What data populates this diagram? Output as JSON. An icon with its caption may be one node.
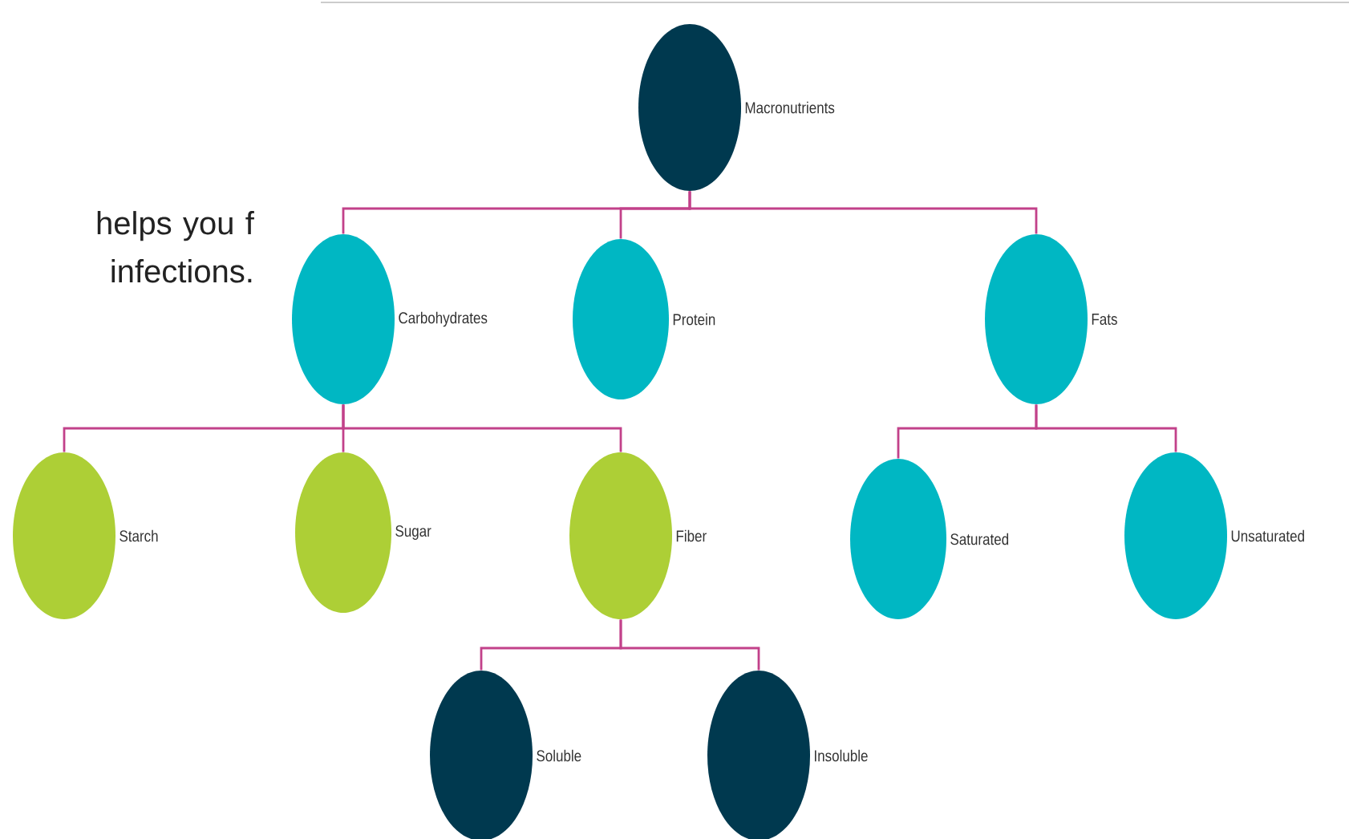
{
  "diagram": {
    "nodes": [
      {
        "text": [],
        "shape": "circle",
        "beside": [
          "Macronutrients"
        ]
      },
      {
        "text": [],
        "shape": "circle",
        "beside": [
          "Carbohydrates"
        ]
      },
      {
        "text": [],
        "shape": "circle",
        "beside": [
          "Protein"
        ]
      },
      {
        "text": [],
        "shape": "circle",
        "beside": [
          "Fats"
        ]
      },
      {
        "text": [],
        "shape": "circle",
        "beside": [
          "Starch"
        ]
      },
      {
        "text": [],
        "shape": "circle",
        "beside": [
          "Sugar"
        ]
      },
      {
        "text": [],
        "shape": "circle",
        "beside": [
          "Fiber"
        ]
      },
      {
        "text": [],
        "shape": "circle",
        "beside": [
          "Saturated"
        ]
      },
      {
        "text": [],
        "shape": "circle",
        "beside": [
          "Unsaturated"
        ]
      },
      {
        "text": [],
        "shape": "circle",
        "beside": [
          "Soluble"
        ]
      },
      {
        "text": [],
        "shape": "circle",
        "beside": [
          "Insoluble"
        ]
      }
    ],
    "edges": [
      {
        "from": 0,
        "to": 1,
        "arrow": "none"
      },
      {
        "from": 0,
        "to": 2,
        "arrow": "none"
      },
      {
        "from": 0,
        "to": 3,
        "arrow": "none"
      },
      {
        "from": 1,
        "to": 4,
        "arrow": "none"
      },
      {
        "from": 1,
        "to": 5,
        "arrow": "none"
      },
      {
        "from": 1,
        "to": 6,
        "arrow": "none"
      },
      {
        "from": 3,
        "to": 7,
        "arrow": "none"
      },
      {
        "from": 3,
        "to": 8,
        "arrow": "none"
      },
      {
        "from": 6,
        "to": 9,
        "arrow": "none"
      },
      {
        "from": 6,
        "to": 10,
        "arrow": "none"
      }
    ],
    "labels": [
      "helps you f infections."
    ]
  }
}
